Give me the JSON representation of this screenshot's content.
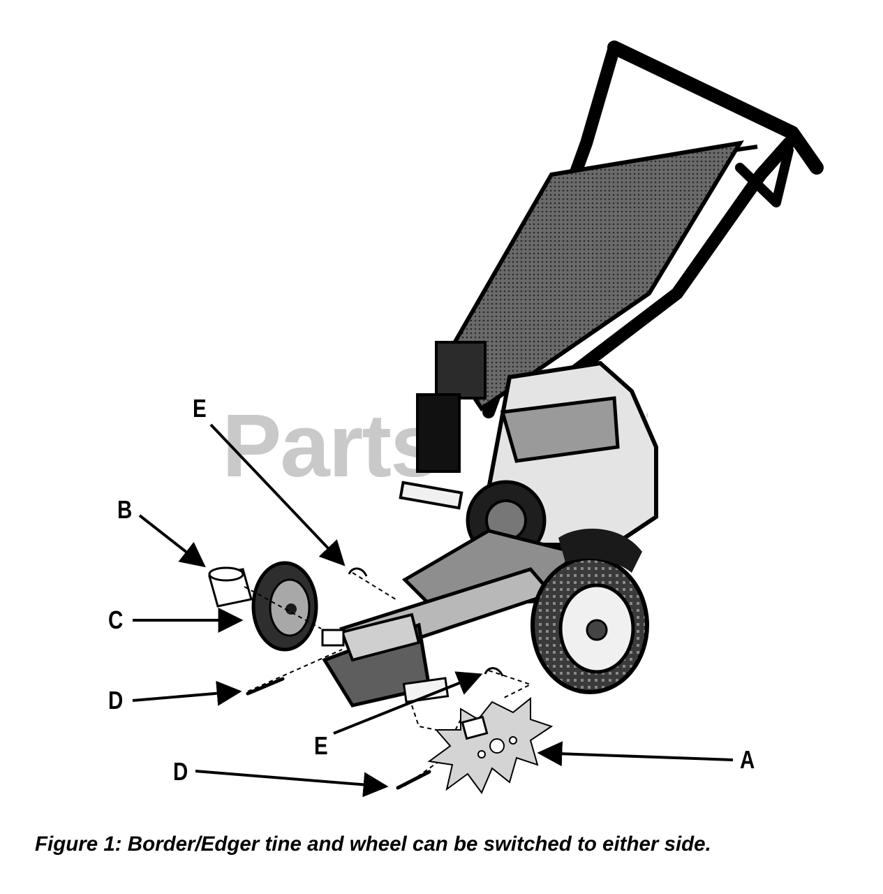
{
  "watermark": {
    "text": "Parts",
    "tm": "™"
  },
  "callouts": {
    "a": "A",
    "b": "B",
    "c": "C",
    "d_upper": "D",
    "d_lower": "D",
    "e_upper": "E",
    "e_lower": "E"
  },
  "caption": "Figure 1:  Border/Edger tine and wheel can be switched to either side.",
  "parts": [
    "border-edger-tine",
    "spacer",
    "wheel",
    "pin",
    "hairpin-clip"
  ]
}
